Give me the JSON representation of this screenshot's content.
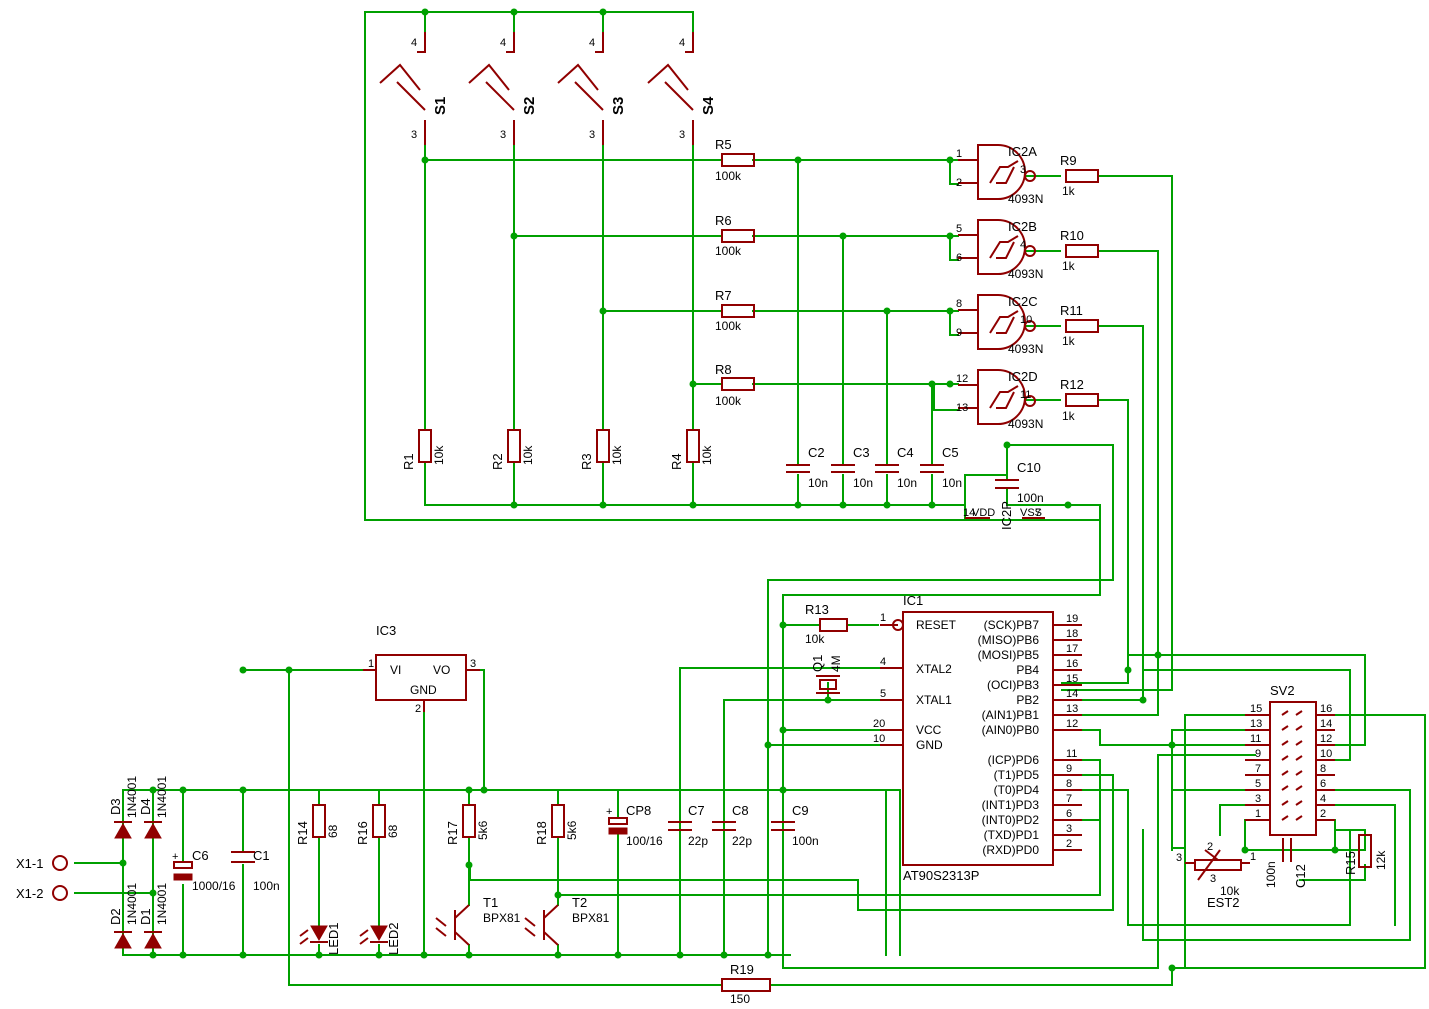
{
  "switches": [
    {
      "name": "S1",
      "pin_top": "4",
      "pin_bottom": "3"
    },
    {
      "name": "S2",
      "pin_top": "4",
      "pin_bottom": "3"
    },
    {
      "name": "S3",
      "pin_top": "4",
      "pin_bottom": "3"
    },
    {
      "name": "S4",
      "pin_top": "4",
      "pin_bottom": "3"
    }
  ],
  "pulldowns": [
    {
      "name": "R1",
      "value": "10k"
    },
    {
      "name": "R2",
      "value": "10k"
    },
    {
      "name": "R3",
      "value": "10k"
    },
    {
      "name": "R4",
      "value": "10k"
    }
  ],
  "series_r": [
    {
      "name": "R5",
      "value": "100k"
    },
    {
      "name": "R6",
      "value": "100k"
    },
    {
      "name": "R7",
      "value": "100k"
    },
    {
      "name": "R8",
      "value": "100k"
    }
  ],
  "filter_caps": [
    {
      "name": "C2",
      "value": "10n"
    },
    {
      "name": "C3",
      "value": "10n"
    },
    {
      "name": "C4",
      "value": "10n"
    },
    {
      "name": "C5",
      "value": "10n"
    }
  ],
  "gates": [
    {
      "name": "IC2A",
      "type": "4093N",
      "in1": "1",
      "in2": "2",
      "out": "3"
    },
    {
      "name": "IC2B",
      "type": "4093N",
      "in1": "5",
      "in2": "6",
      "out": "4"
    },
    {
      "name": "IC2C",
      "type": "4093N",
      "in1": "8",
      "in2": "9",
      "out": "10"
    },
    {
      "name": "IC2D",
      "type": "4093N",
      "in1": "12",
      "in2": "13",
      "out": "11"
    }
  ],
  "out_r": [
    {
      "name": "R9",
      "value": "1k"
    },
    {
      "name": "R10",
      "value": "1k"
    },
    {
      "name": "R11",
      "value": "1k"
    },
    {
      "name": "R12",
      "value": "1k"
    }
  ],
  "c10": {
    "name": "C10",
    "value": "100n"
  },
  "ic2p": {
    "name": "IC2P",
    "vdd": "VDD",
    "vss": "VSS",
    "p14": "14",
    "p7": "7"
  },
  "mcu": {
    "name": "IC1",
    "type": "AT90S2313P",
    "left": [
      {
        "pin": "1",
        "label": "RESET"
      },
      {
        "pin": "4",
        "label": "XTAL2"
      },
      {
        "pin": "5",
        "label": "XTAL1"
      },
      {
        "pin": "20",
        "label": "VCC"
      },
      {
        "pin": "10",
        "label": "GND"
      }
    ],
    "right": [
      {
        "pin": "19",
        "label": "(SCK)PB7"
      },
      {
        "pin": "18",
        "label": "(MISO)PB6"
      },
      {
        "pin": "17",
        "label": "(MOSI)PB5"
      },
      {
        "pin": "16",
        "label": "PB4"
      },
      {
        "pin": "15",
        "label": "(OCI)PB3"
      },
      {
        "pin": "14",
        "label": "PB2"
      },
      {
        "pin": "13",
        "label": "(AIN1)PB1"
      },
      {
        "pin": "12",
        "label": "(AIN0)PB0"
      },
      {
        "pin": "11",
        "label": "(ICP)PD6"
      },
      {
        "pin": "9",
        "label": "(T1)PD5"
      },
      {
        "pin": "8",
        "label": "(T0)PD4"
      },
      {
        "pin": "7",
        "label": "(INT1)PD3"
      },
      {
        "pin": "6",
        "label": "(INT0)PD2"
      },
      {
        "pin": "3",
        "label": "(TXD)PD1"
      },
      {
        "pin": "2",
        "label": "(RXD)PD0"
      }
    ]
  },
  "r13": {
    "name": "R13",
    "value": "10k"
  },
  "q1": {
    "name": "Q1",
    "value": "4M"
  },
  "ic3": {
    "name": "IC3",
    "vi": "VI",
    "vo": "VO",
    "gnd": "GND",
    "p1": "1",
    "p2": "2",
    "p3": "3"
  },
  "connector_x1": [
    "X1-1",
    "X1-2"
  ],
  "diodes": [
    {
      "name": "D3",
      "value": "1N4001"
    },
    {
      "name": "D4",
      "value": "1N4001"
    },
    {
      "name": "D2",
      "value": "1N4001"
    },
    {
      "name": "D1",
      "value": "1N4001"
    }
  ],
  "c6": {
    "name": "C6",
    "value": "1000/16"
  },
  "c1": {
    "name": "C1",
    "value": "100n"
  },
  "r14": {
    "name": "R14",
    "value": "68"
  },
  "r16": {
    "name": "R16",
    "value": "68"
  },
  "r17": {
    "name": "R17",
    "value": "5k6"
  },
  "r18": {
    "name": "R18",
    "value": "5k6"
  },
  "led1": {
    "name": "LED1"
  },
  "led2": {
    "name": "LED2"
  },
  "t1": {
    "name": "T1",
    "value": "BPX81"
  },
  "t2": {
    "name": "T2",
    "value": "BPX81"
  },
  "cp8": {
    "name": "CP8",
    "value": "100/16"
  },
  "c7": {
    "name": "C7",
    "value": "22p"
  },
  "c8": {
    "name": "C8",
    "value": "22p"
  },
  "c9": {
    "name": "C9",
    "value": "100n"
  },
  "r19": {
    "name": "R19",
    "value": "150"
  },
  "sv2": {
    "name": "SV2",
    "left_pins": [
      "15",
      "13",
      "11",
      "9",
      "7",
      "5",
      "3",
      "1"
    ],
    "right_pins": [
      "16",
      "14",
      "12",
      "10",
      "8",
      "6",
      "4",
      "2"
    ]
  },
  "c12": {
    "name": "C12",
    "value": "100n"
  },
  "est2": {
    "name": "EST2",
    "value": "10k",
    "p1": "1",
    "p2": "2",
    "p3": "3",
    "p3b": "3"
  },
  "r15": {
    "name": "R15",
    "value": "12k"
  }
}
